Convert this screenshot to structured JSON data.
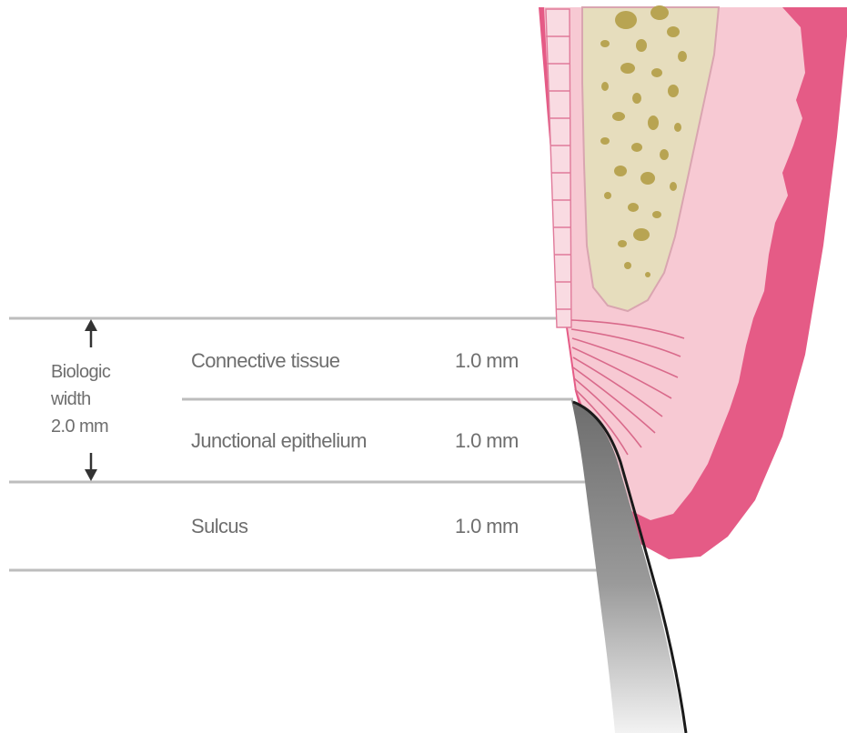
{
  "biologic_width": {
    "line1": "Biologic",
    "line2": "width",
    "line3": "2.0 mm"
  },
  "layers": [
    {
      "name": "Connective tissue",
      "value": "1.0 mm"
    },
    {
      "name": "Junctional epithelium",
      "value": "1.0 mm"
    },
    {
      "name": "Sulcus",
      "value": "1.0 mm"
    }
  ],
  "colors": {
    "gingiva_dark": "#e55b86",
    "gingiva_light": "#f7c9d3",
    "bone": "#e6ddbd",
    "bone_spots": "#b8a452",
    "tooth": "#8a8a8a",
    "lines": "#bdbdbd",
    "text": "#6e6e6e"
  }
}
